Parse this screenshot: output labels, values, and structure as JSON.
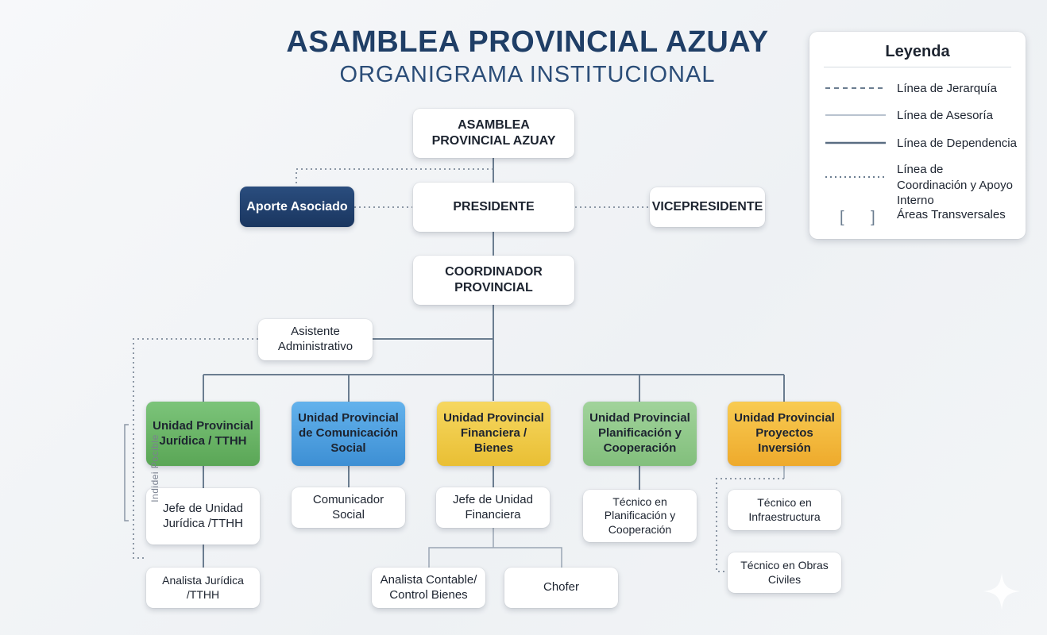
{
  "header": {
    "title": "ASAMBLEA PROVINCIAL AZUAY",
    "subtitle": "ORGANIGRAMA INSTITUCIONAL"
  },
  "nodes": {
    "asamblea": "ASAMBLEA PROVINCIAL AZUAY",
    "presidente": "PRESIDENTE",
    "aporte": "Aporte Asociado",
    "vicepresidente": "VICEPRESIDENTE",
    "coordinador": "COORDINADOR PROVINCIAL",
    "asistente": "Asistente Administrativo",
    "unidad_juridica": "Unidad Provincial Jurídica / TTHH",
    "unidad_comunicacion": "Unidad Provincial de Comunicación Social",
    "unidad_financiera": "Unidad Provincial Financiera / Bienes",
    "unidad_planificacion": "Unidad Provincial Planificación y Cooperación",
    "unidad_proyectos": "Unidad Provincial Proyectos Inversión",
    "jefe_juridica": "Jefe de Unidad Jurídica /TTHH",
    "analista_juridica": "Analista Jurídica /TTHH",
    "comunicador": "Comunicador Social",
    "jefe_financiera": "Jefe de Unidad Financiera",
    "analista_contable": "Analista Contable/ Control Bienes",
    "chofer": "Chofer",
    "tecnico_planificacion": "Técnico en Planificación y Cooperación",
    "tecnico_infraestructura": "Técnico en Infraestructura",
    "tecnico_obras": "Técnico en Obras Civiles"
  },
  "side_label": "Indidei Pocible",
  "legend": {
    "title": "Leyenda",
    "items": [
      "Línea de Jerarquía",
      "Línea de Asesoría",
      "Línea de Dependencia",
      "Línea de Coordinación y Apoyo Interno",
      "Áreas Transversales"
    ],
    "bracket_symbol": "[ ]"
  },
  "colors": {
    "title": "#1f3e66",
    "navy": "#1f3e66",
    "green": "#6bb567",
    "blue": "#4a9fe0",
    "yellow": "#f0c93d",
    "light_green": "#92c98b",
    "orange": "#f2b53a",
    "line": "#6b7d90"
  }
}
